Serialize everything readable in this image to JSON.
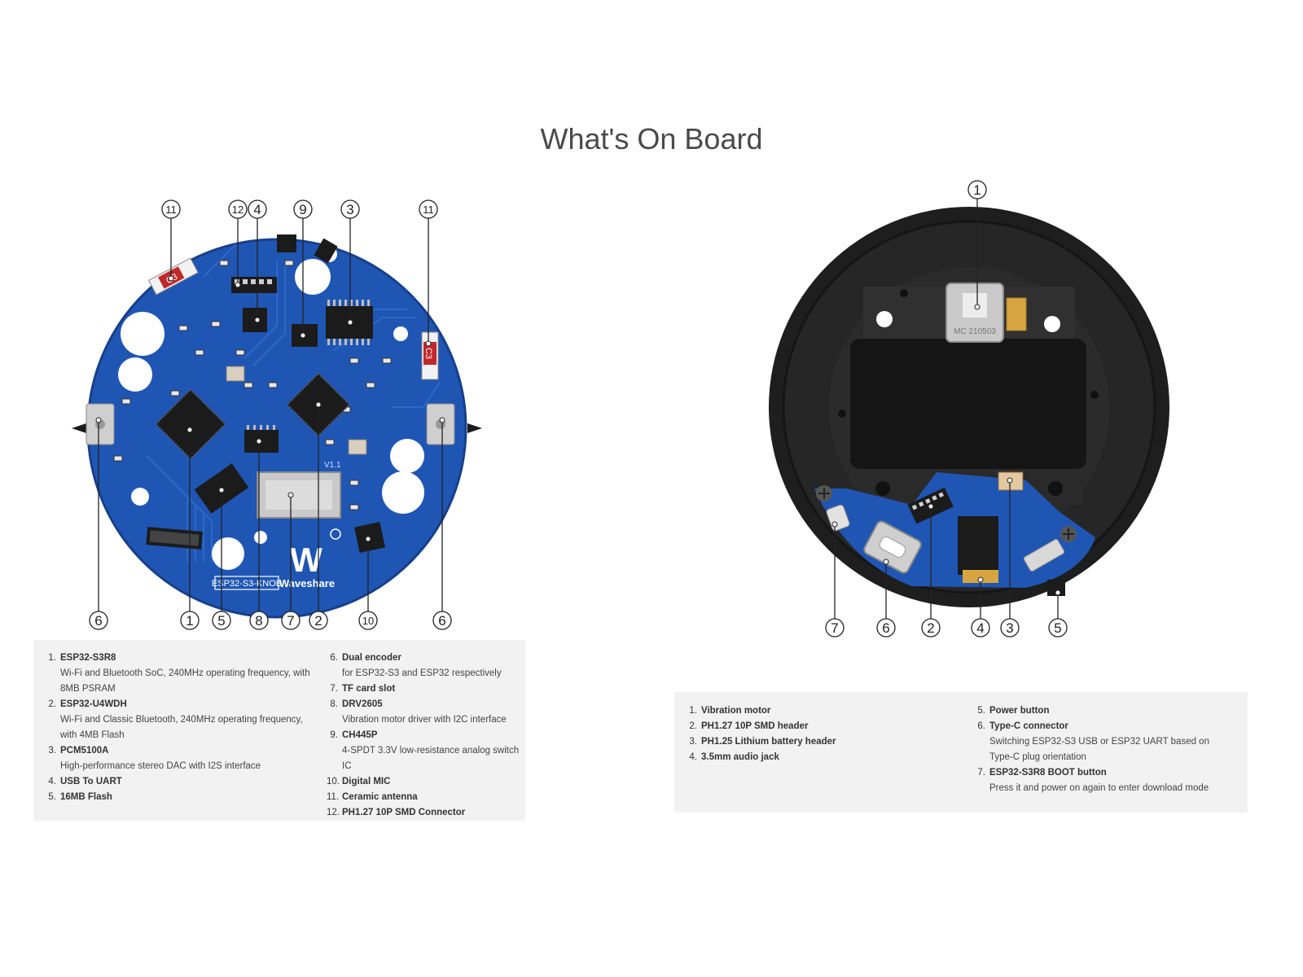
{
  "page": {
    "title": "What's On Board"
  },
  "front_board": {
    "silkscreen_model": "ESP32-S3-KNOB",
    "silkscreen_brand": "Waveshare",
    "silkscreen_logo": "W",
    "silkscreen_version": "V1.1",
    "antenna_label": "C3",
    "callouts_top": [
      "11",
      "12",
      "4",
      "9",
      "3",
      "11"
    ],
    "callouts_bottom": [
      "6",
      "1",
      "5",
      "8",
      "7",
      "2",
      "10",
      "6"
    ]
  },
  "rear_board": {
    "motor_label": "MC 210503",
    "callouts_top": [
      "1"
    ],
    "callouts_bottom": [
      "7",
      "6",
      "2",
      "4",
      "3",
      "5"
    ]
  },
  "legend_front": {
    "col1": [
      {
        "num": "1.",
        "name": "ESP32-S3R8",
        "desc": "Wi-Fi and Bluetooth SoC, 240MHz operating frequency, with 8MB PSRAM"
      },
      {
        "num": "2.",
        "name": "ESP32-U4WDH",
        "desc": "Wi-Fi and Classic Bluetooth, 240MHz operating frequency, with 4MB Flash"
      },
      {
        "num": "3.",
        "name": "PCM5100A",
        "desc": "High-performance stereo DAC with I2S interface"
      },
      {
        "num": "4.",
        "name": "USB To UART",
        "desc": ""
      },
      {
        "num": "5.",
        "name": "16MB Flash",
        "desc": ""
      }
    ],
    "col2": [
      {
        "num": "6.",
        "name": "Dual encoder",
        "desc": "for ESP32-S3 and ESP32 respectively"
      },
      {
        "num": "7.",
        "name": "TF card slot",
        "desc": ""
      },
      {
        "num": "8.",
        "name": "DRV2605",
        "desc": "Vibration motor driver with I2C interface"
      },
      {
        "num": "9.",
        "name": "CH445P",
        "desc": "4-SPDT 3.3V low-resistance analog switch IC"
      },
      {
        "num": "10.",
        "name": "Digital MIC",
        "desc": ""
      },
      {
        "num": "11.",
        "name": "Ceramic antenna",
        "desc": ""
      },
      {
        "num": "12.",
        "name": "PH1.27 10P SMD Connector",
        "desc": ""
      }
    ]
  },
  "legend_rear": {
    "col1": [
      {
        "num": "1.",
        "name": "Vibration motor",
        "desc": ""
      },
      {
        "num": "2.",
        "name": "PH1.27 10P SMD header",
        "desc": ""
      },
      {
        "num": "3.",
        "name": "PH1.25 Lithium battery header",
        "desc": ""
      },
      {
        "num": "4.",
        "name": "3.5mm audio jack",
        "desc": ""
      }
    ],
    "col2": [
      {
        "num": "5.",
        "name": "Power button",
        "desc": ""
      },
      {
        "num": "6.",
        "name": "Type-C connector",
        "desc": "Switching ESP32-S3 USB or ESP32 UART based on Type-C plug orientation"
      },
      {
        "num": "7.",
        "name": "ESP32-S3R8 BOOT button",
        "desc": "Press it and power on again to enter download mode"
      }
    ]
  },
  "colors": {
    "pcb_blue": "#1f56b4",
    "pcb_dark": "#173f8a",
    "chip_black": "#1b1b1b",
    "legend_bg": "#f2f2f2",
    "enclosure": "#1e1e1e"
  }
}
